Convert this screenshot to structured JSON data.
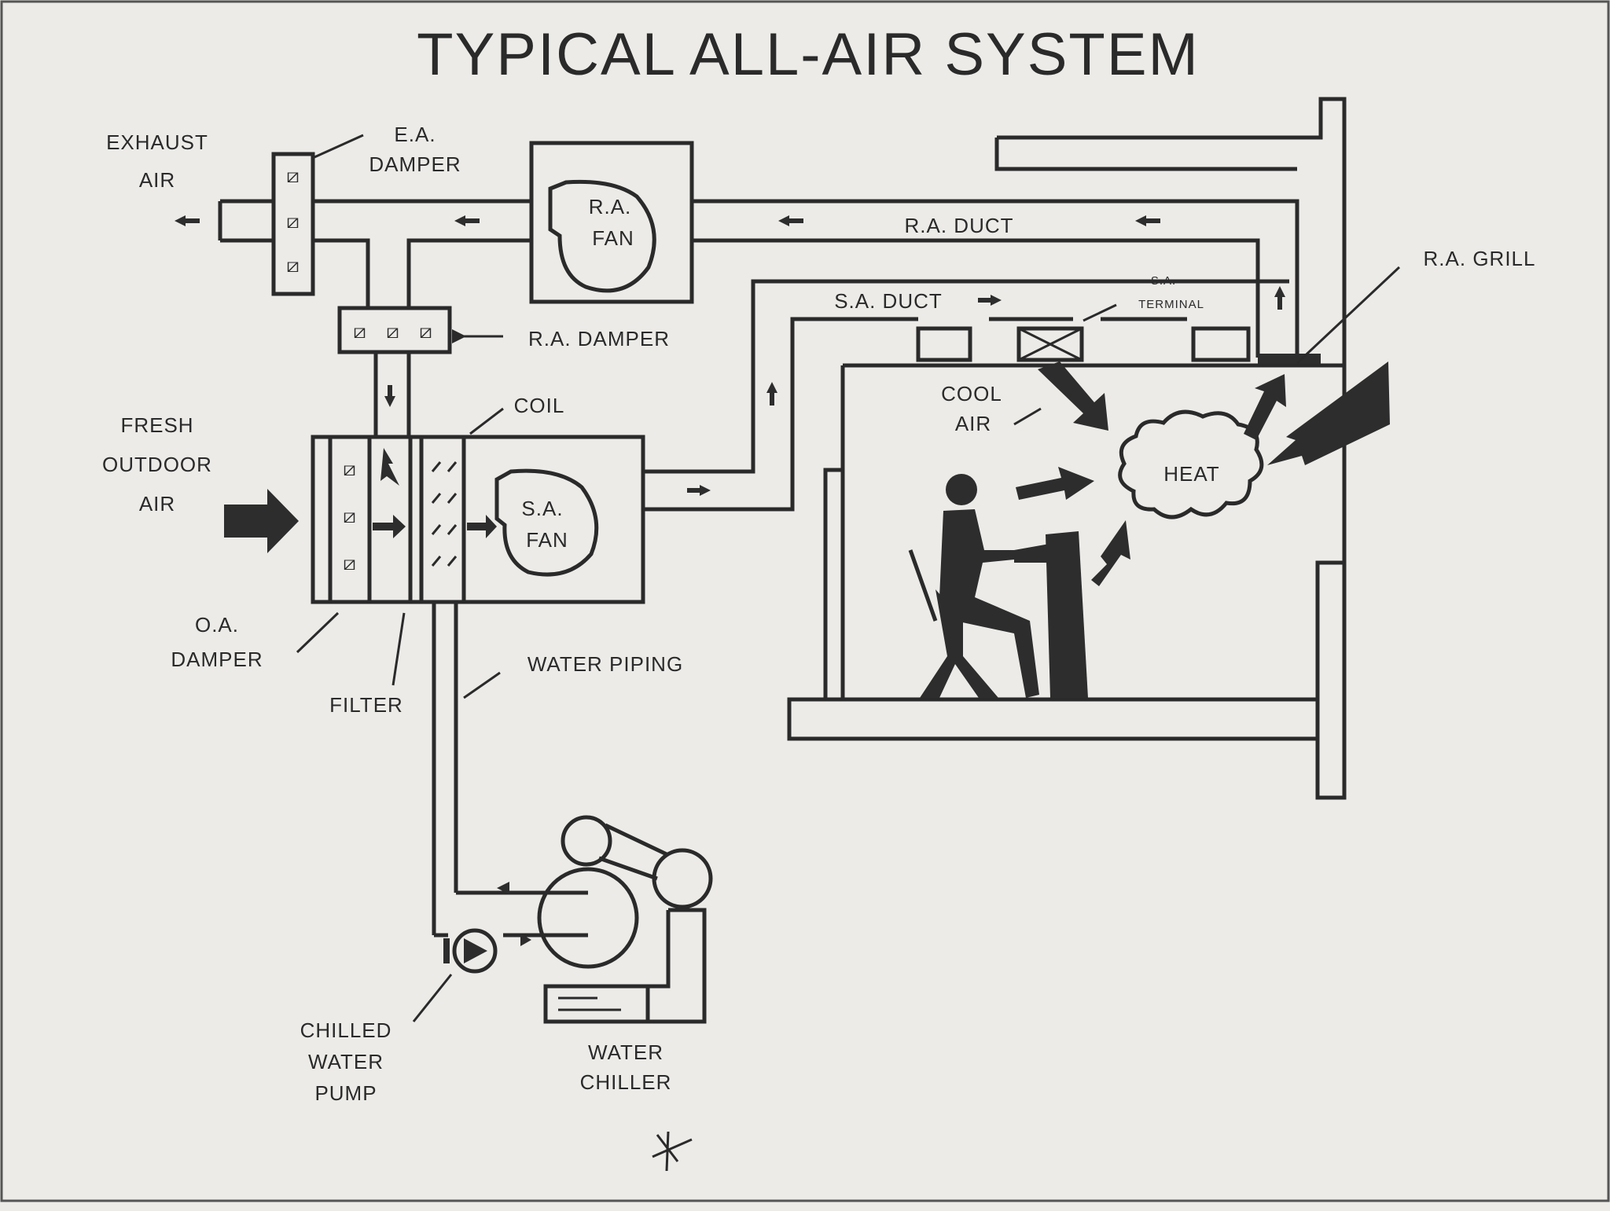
{
  "title": "TYPICAL ALL-AIR SYSTEM",
  "labels": {
    "exhaust_air": [
      "EXHAUST",
      "AIR"
    ],
    "ea_damper": [
      "E.A.",
      "DAMPER"
    ],
    "ra_fan": [
      "R.A.",
      "FAN"
    ],
    "ra_duct": "R.A. DUCT",
    "ra_grill": "R.A. GRILL",
    "sa_duct": "S.A. DUCT",
    "sa_terminal": [
      "S.A.",
      "TERMINAL"
    ],
    "ra_damper": "R.A. DAMPER",
    "coil": "COIL",
    "fresh_outdoor_air": [
      "FRESH",
      "OUTDOOR",
      "AIR"
    ],
    "sa_fan": [
      "S.A.",
      "FAN"
    ],
    "cool_air": [
      "COOL",
      "AIR"
    ],
    "heat": "HEAT",
    "oa_damper": [
      "O.A.",
      "DAMPER"
    ],
    "filter": "FILTER",
    "water_piping": "WATER PIPING",
    "chilled_water_pump": [
      "CHILLED",
      "WATER",
      "PUMP"
    ],
    "water_chiller": [
      "WATER",
      "CHILLER"
    ]
  }
}
